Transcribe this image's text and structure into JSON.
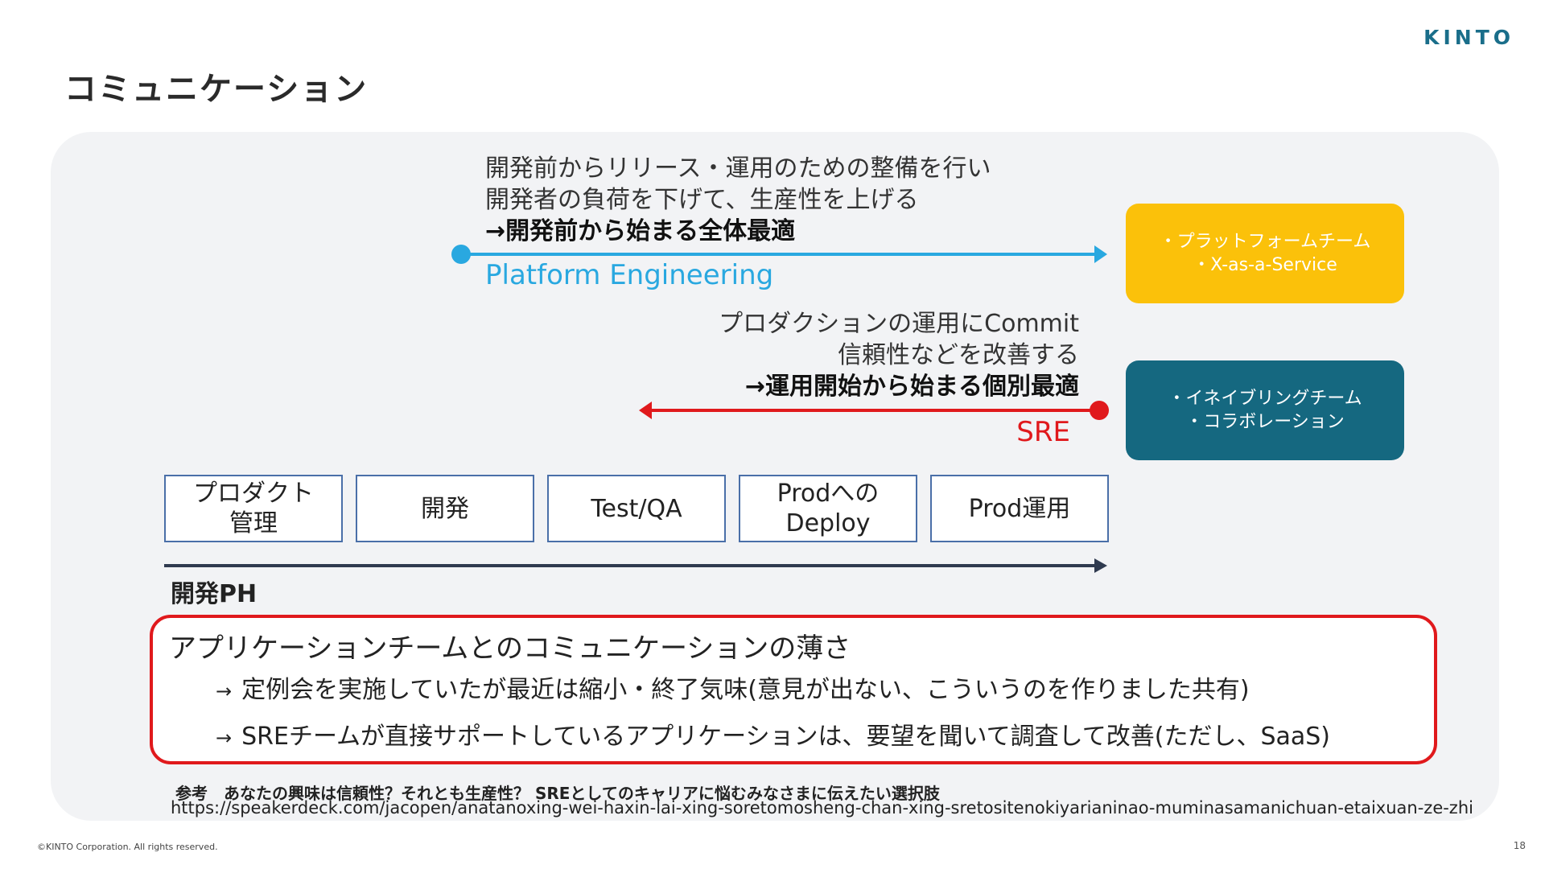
{
  "brand": {
    "logo": "KINTO"
  },
  "page_title": "コミュニケーション",
  "platform_engineering": {
    "line1": "開発前からリリース・運用のための整備を行い",
    "line2": "開発者の負荷を下げて、生産性を上げる",
    "emphasis": "→開発前から始まる全体最適",
    "label": "Platform Engineering",
    "color": "#29a8e0"
  },
  "sre": {
    "line1": "プロダクションの運用にCommit",
    "line2": "信頼性などを改善する",
    "emphasis": "→運用開始から始まる個別最適",
    "label": "SRE",
    "color": "#e0191c"
  },
  "yellow_box": {
    "line1": "・プラットフォームチーム",
    "line2": "・X-as-a-Service",
    "color": "#fbc10a"
  },
  "teal_box": {
    "line1": "・イネイブリングチーム",
    "line2": "・コラボレーション",
    "color": "#156880"
  },
  "phases": [
    {
      "line1": "プロダクト",
      "line2": "管理"
    },
    {
      "line1": "開発",
      "line2": ""
    },
    {
      "line1": "Test/QA",
      "line2": ""
    },
    {
      "line1": "Prodへの",
      "line2": "Deploy"
    },
    {
      "line1": "Prod運用",
      "line2": ""
    }
  ],
  "phase_label": "開発PH",
  "issue": {
    "heading": "アプリケーションチームとのコミュニケーションの薄さ",
    "items": [
      {
        "arrow": "→",
        "text": "定例会を実施していたが最近は縮小・終了気味(意見が出ない、こういうのを作りました共有)"
      },
      {
        "arrow": "→",
        "text": "SREチームが直接サポートしているアプリケーションは、要望を聞いて調査して改善(ただし、SaaS)"
      }
    ]
  },
  "reference": {
    "title": "参考　あなたの興味は信頼性？それとも生産性？ SREとしてのキャリアに悩むみなさまに伝えたい選択肢",
    "url": "https://speakerdeck.com/jacopen/anatanoxing-wei-haxin-lai-xing-soretomosheng-chan-xing-sretositenokiyarianinao-muminasamanichuan-etaixuan-ze-zhi"
  },
  "footer": {
    "copyright": "©KINTO Corporation. All rights reserved.",
    "page_number": "18"
  }
}
